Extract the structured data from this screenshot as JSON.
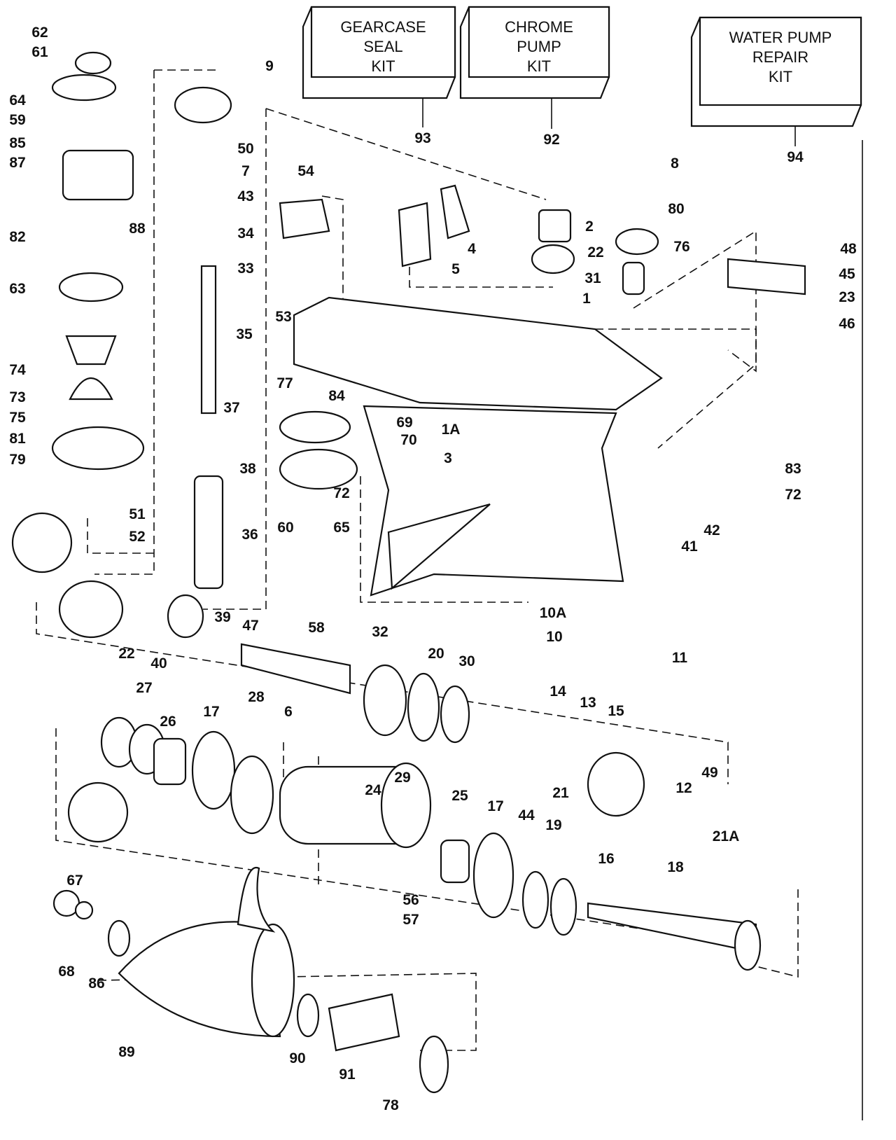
{
  "diagram": {
    "kits": [
      {
        "lines": [
          "GEARCASE",
          "SEAL",
          "KIT"
        ],
        "part_no": "93"
      },
      {
        "lines": [
          "CHROME",
          "PUMP",
          "KIT"
        ],
        "part_no": "92"
      },
      {
        "lines": [
          "WATER PUMP",
          "REPAIR",
          "KIT"
        ],
        "part_no": "94"
      }
    ],
    "part_labels": [
      "62",
      "61",
      "64",
      "59",
      "85",
      "87",
      "82",
      "88",
      "63",
      "74",
      "73",
      "75",
      "81",
      "79",
      "51",
      "52",
      "9",
      "50",
      "7",
      "43",
      "34",
      "33",
      "35",
      "37",
      "38",
      "36",
      "39",
      "47",
      "22",
      "40",
      "8",
      "80",
      "76",
      "54",
      "53",
      "4",
      "5",
      "2",
      "22",
      "31",
      "1",
      "48",
      "45",
      "23",
      "46",
      "77",
      "84",
      "69",
      "70",
      "1A",
      "3",
      "72",
      "60",
      "65",
      "83",
      "72",
      "42",
      "41",
      "10A",
      "10",
      "58",
      "32",
      "20",
      "30",
      "11",
      "14",
      "13",
      "15",
      "27",
      "26",
      "17",
      "28",
      "6",
      "29",
      "24",
      "25",
      "17",
      "44",
      "19",
      "12",
      "49",
      "21",
      "21A",
      "16",
      "18",
      "56",
      "57",
      "67",
      "68",
      "86",
      "89",
      "90",
      "91",
      "78"
    ]
  }
}
